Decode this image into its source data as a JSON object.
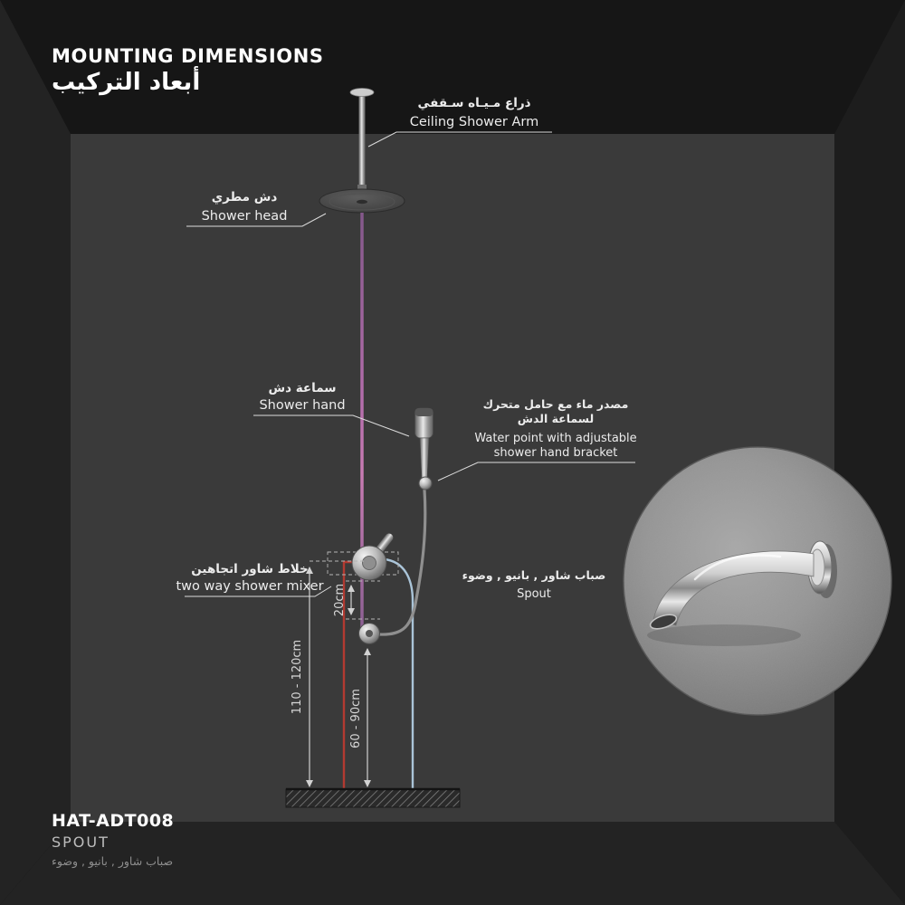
{
  "header": {
    "title_en": "MOUNTING DIMENSIONS",
    "title_ar": "أبعاد التركيب"
  },
  "labels": {
    "ceiling_arm_ar": "ذراع مـيـاه سـقفي",
    "ceiling_arm_en": "Ceiling Shower Arm",
    "shower_head_ar": "دش مطري",
    "shower_head_en": "Shower head",
    "shower_hand_ar": "سماعة دش",
    "shower_hand_en": "Shower hand",
    "water_point_ar_1": "مصدر ماء مع حامل متحرك",
    "water_point_ar_2": "لسماعة الدش",
    "water_point_en_1": "Water point with adjustable",
    "water_point_en_2": "shower hand  bracket",
    "mixer_ar": "خلاط شاور اتجاهين",
    "mixer_en": "two way shower mixer",
    "spout_ar": "صباب شاور , بانيو , وضوء",
    "spout_en": "Spout"
  },
  "dimensions": {
    "mixer_height": "110 - 120cm",
    "spout_height": "60 - 90cm",
    "mixer_to_spout": "20cm"
  },
  "footer": {
    "model": "HAT-ADT008",
    "product": "SPOUT",
    "product_ar": "صباب شاور , بانيو , وضوء"
  },
  "colors": {
    "hot_line": "#b23a31",
    "cold_line": "#aac4d8",
    "riser_pipe": "#a76fa6",
    "back_wall": "#3a3a3a",
    "outer_wall": "#1a1a1a"
  }
}
